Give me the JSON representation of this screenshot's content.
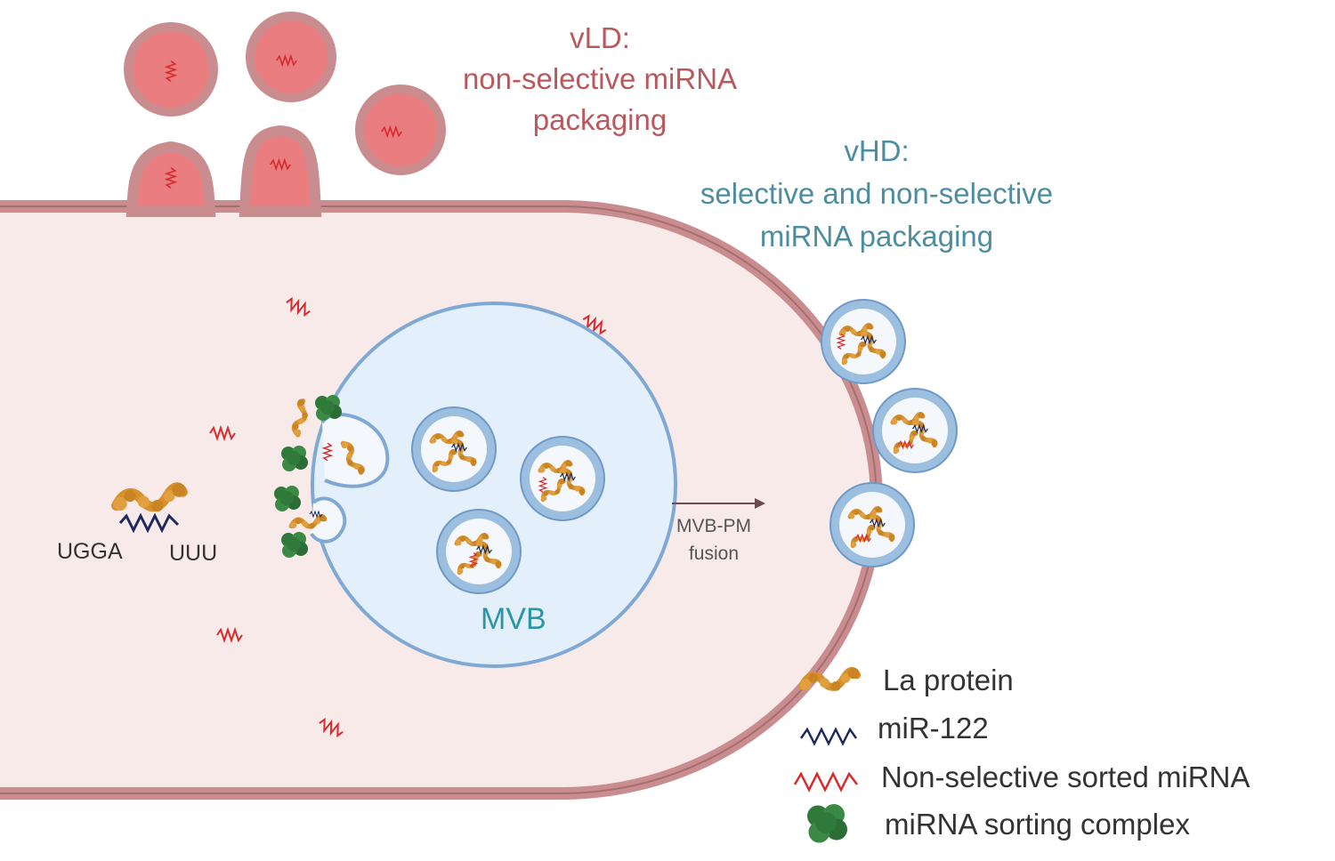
{
  "vld": {
    "title": "vLD:",
    "line1": "non-selective miRNA",
    "line2": "packaging"
  },
  "vhd": {
    "title": "vHD:",
    "line1": "selective and non-selective",
    "line2": "miRNA packaging"
  },
  "sequence": {
    "left": "UGGA",
    "right": "UUU"
  },
  "mvb_label": "MVB",
  "fusion": {
    "line1": "MVB-PM",
    "line2": "fusion"
  },
  "legend": [
    {
      "icon": "la-protein-icon",
      "label": "La protein"
    },
    {
      "icon": "mir-122-icon",
      "label": "miR-122"
    },
    {
      "icon": "non-selective-mirna-icon",
      "label": "Non-selective sorted miRNA"
    },
    {
      "icon": "sorting-complex-icon",
      "label": "miRNA sorting complex"
    }
  ],
  "colors": {
    "cell_fill": "#f9eaea",
    "membrane": "#c98d8f",
    "membrane_dark": "#a56e70",
    "vld_vesicle_fill": "#e97d7f",
    "mvb_fill": "#e3effa",
    "mvb_border": "#7fa9d4",
    "la_protein": "#d9902c",
    "mir122": "#1e2a5c",
    "nonselective_mirna": "#d62b2e",
    "sorting_complex": "#2f7a3b"
  }
}
